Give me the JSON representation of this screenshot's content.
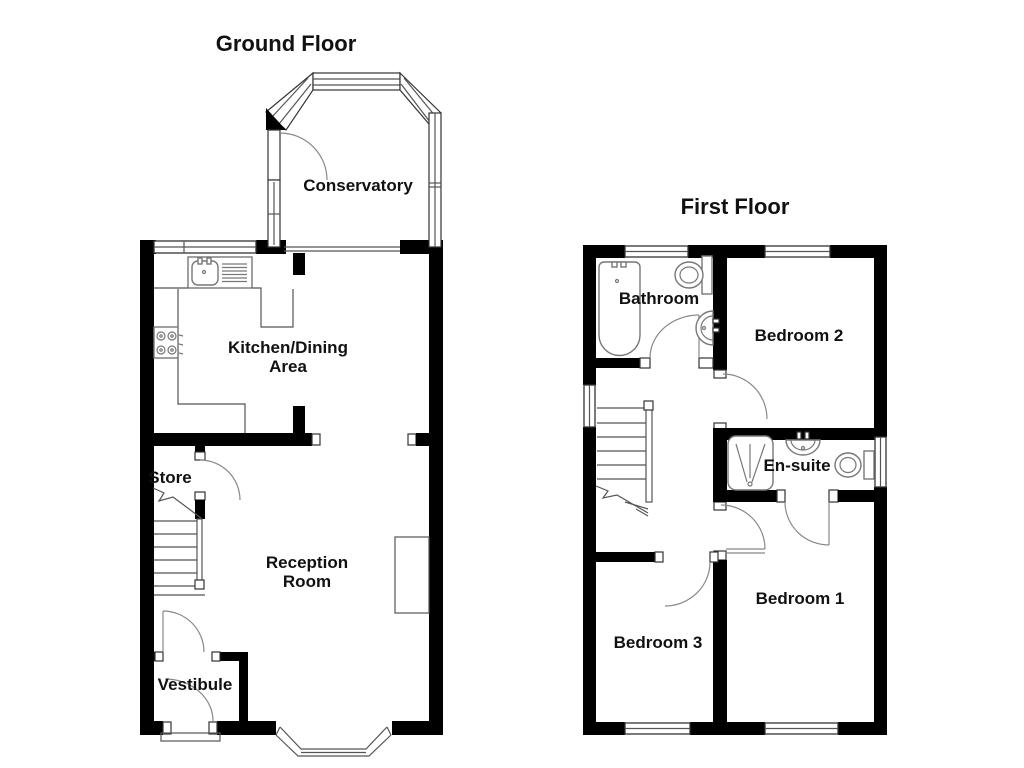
{
  "ground_floor": {
    "title": "Ground Floor",
    "rooms": {
      "conservatory": "Conservatory",
      "kitchen_dining_line1": "Kitchen/Dining",
      "kitchen_dining_line2": "Area",
      "store": "Store",
      "reception_line1": "Reception",
      "reception_line2": "Room",
      "vestibule": "Vestibule"
    }
  },
  "first_floor": {
    "title": "First Floor",
    "rooms": {
      "bathroom": "Bathroom",
      "bedroom2": "Bedroom 2",
      "ensuite": "En-suite",
      "bedroom1": "Bedroom 1",
      "bedroom3": "Bedroom 3"
    }
  },
  "colors": {
    "wall": "#000000",
    "thin_line": "#555555",
    "fixture": "#777777",
    "text": "#111111",
    "background": "#ffffff"
  }
}
